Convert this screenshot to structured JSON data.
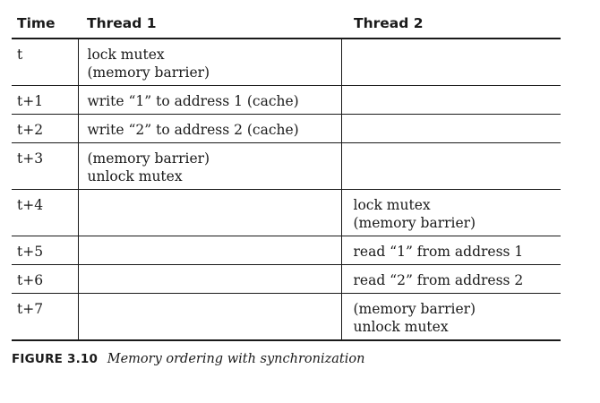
{
  "table": {
    "headers": {
      "time": "Time",
      "thread1": "Thread 1",
      "thread2": "Thread 2"
    },
    "rows": [
      {
        "time": "t",
        "thread1": [
          "lock mutex",
          "(memory barrier)"
        ],
        "thread2": []
      },
      {
        "time": "t+1",
        "thread1": [
          "write “1” to address 1 (cache)"
        ],
        "thread2": []
      },
      {
        "time": "t+2",
        "thread1": [
          "write “2” to address 2 (cache)"
        ],
        "thread2": []
      },
      {
        "time": "t+3",
        "thread1": [
          "(memory barrier)",
          "unlock mutex"
        ],
        "thread2": []
      },
      {
        "time": "t+4",
        "thread1": [],
        "thread2": [
          "lock mutex",
          "(memory barrier)"
        ]
      },
      {
        "time": "t+5",
        "thread1": [],
        "thread2": [
          "read “1” from address 1"
        ]
      },
      {
        "time": "t+6",
        "thread1": [],
        "thread2": [
          "read “2” from address 2"
        ]
      },
      {
        "time": "t+7",
        "thread1": [],
        "thread2": [
          "(memory barrier)",
          "unlock mutex"
        ]
      }
    ]
  },
  "caption": {
    "label": "FIGURE 3.10",
    "text": "Memory ordering with synchronization"
  }
}
